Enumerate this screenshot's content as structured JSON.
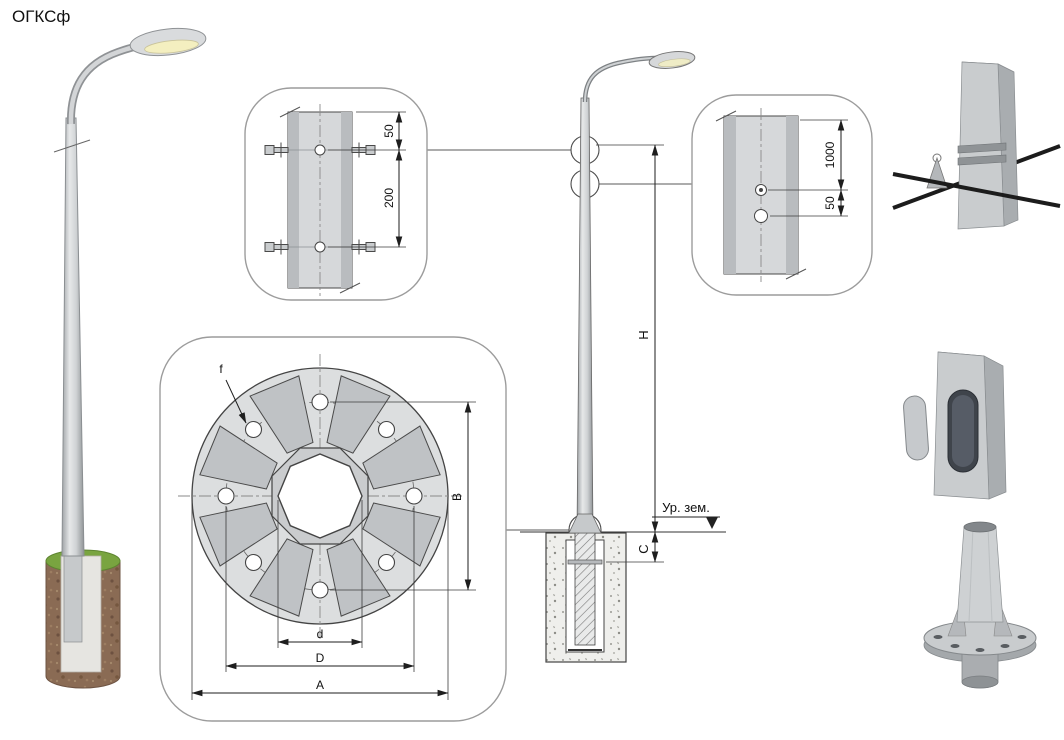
{
  "title": "ОГКСф",
  "callout_top": {
    "dim_50": "50",
    "dim_200": "200"
  },
  "callout_right": {
    "dim_1000": "1000",
    "dim_50": "50"
  },
  "flange": {
    "dim_f": "f",
    "dim_B": "B",
    "dim_d": "d",
    "dim_D": "D",
    "dim_A": "A"
  },
  "elevation": {
    "dim_H": "H",
    "dim_C": "C",
    "ground_label": "Ур. зем."
  }
}
